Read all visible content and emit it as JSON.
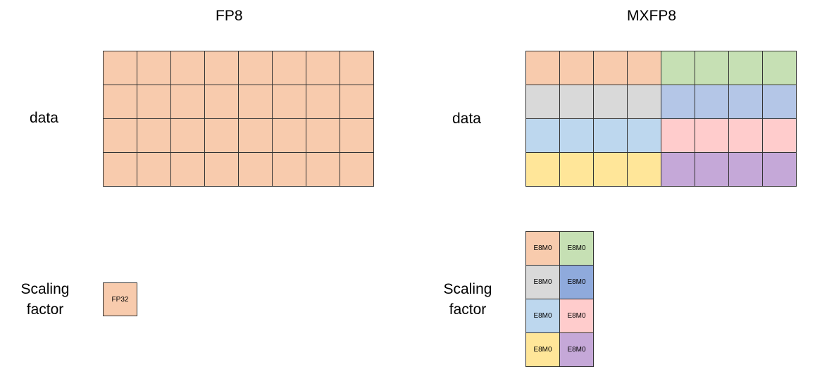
{
  "fp8": {
    "title": "FP8",
    "data_label": "data",
    "scaling_label": "Scaling factor",
    "scale_text": "FP32",
    "color": "#f8cbad",
    "grid": {
      "rows": 4,
      "cols": 8
    }
  },
  "mxfp8": {
    "title": "MXFP8",
    "data_label": "data",
    "scaling_label": "Scaling factor",
    "block_colors": [
      [
        "#f8cbad",
        "#c6e0b4"
      ],
      [
        "#d9d9d9",
        "#b4c6e7"
      ],
      [
        "#bdd7ee",
        "#ffcccc"
      ],
      [
        "#ffe699",
        "#c5a8d8"
      ]
    ],
    "scale_colors": [
      [
        "#f8cbad",
        "#c6e0b4"
      ],
      [
        "#d9d9d9",
        "#8faadc"
      ],
      [
        "#bdd7ee",
        "#ffcccc"
      ],
      [
        "#ffe699",
        "#c5a8d8"
      ]
    ],
    "scale_text": "E8M0",
    "grid": {
      "rows": 4,
      "cols": 8,
      "block_cols": 4
    }
  }
}
